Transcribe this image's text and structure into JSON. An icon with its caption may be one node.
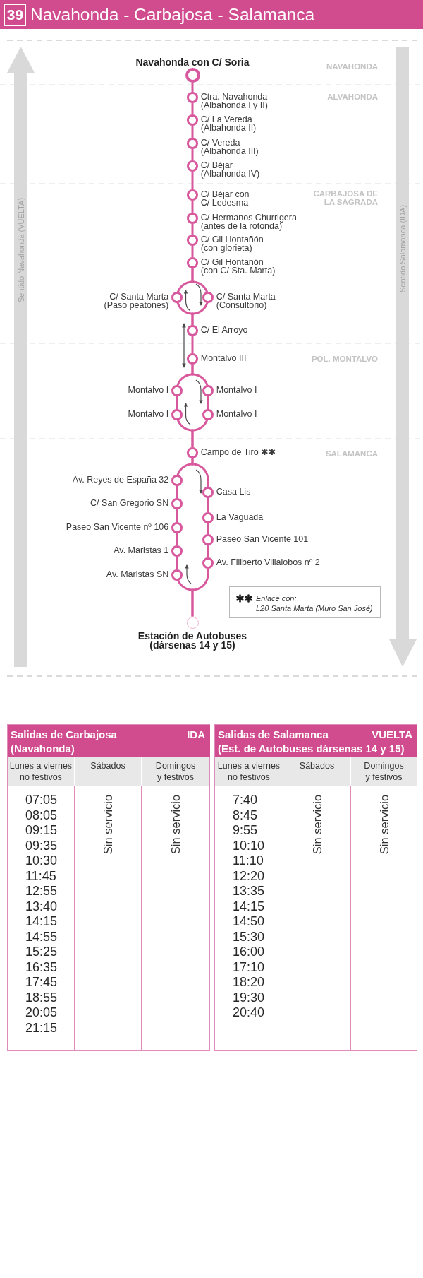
{
  "diagram": {
    "title": "Navahonda - Carbajosa - Salamanca",
    "nodes": [
      {
        "text": [
          "39"
        ]
      },
      {
        "text": [],
        "shape": "circle",
        "beside": [
          "Navahonda con C/ Soria"
        ]
      },
      {
        "text": [],
        "shape": "circle",
        "beside": [
          "Ctra. Navahonda (Albahonda I y II)"
        ]
      },
      {
        "text": [],
        "shape": "circle",
        "beside": [
          "C/ La Vereda (Albahonda II)"
        ]
      },
      {
        "text": [],
        "shape": "circle",
        "beside": [
          "C/ Vereda (Albahonda III)"
        ]
      },
      {
        "text": [],
        "shape": "circle",
        "beside": [
          "C/ Béjar (Albahonda IV)"
        ]
      },
      {
        "text": [],
        "shape": "circle",
        "beside": [
          "C/ Béjar con C/ Ledesma"
        ]
      },
      {
        "text": [],
        "shape": "circle",
        "beside": [
          "C/ Hermanos Churrigera (antes de la rotonda)"
        ]
      },
      {
        "text": [],
        "shape": "circle",
        "beside": [
          "C/ Gil Hontañón (con glorieta)"
        ]
      },
      {
        "text": [],
        "shape": "circle",
        "beside": [
          "C/ Gil Hontañón (con C/ Sta. Marta)"
        ]
      },
      {
        "text": [],
        "shape": "circle",
        "beside": [
          "C/ Santa Marta (Paso peatones)"
        ]
      },
      {
        "text": [],
        "shape": "circle",
        "beside": [
          "C/ Santa Marta (Consultorio)"
        ]
      },
      {
        "text": [],
        "shape": "circle",
        "beside": [
          "C/ El Arroyo"
        ]
      },
      {
        "text": [],
        "shape": "circle",
        "beside": [
          "Montalvo III"
        ]
      },
      {
        "text": [],
        "shape": "circle",
        "beside": [
          "Montalvo I"
        ]
      },
      {
        "text": [],
        "shape": "circle",
        "beside": [
          "Montalvo I"
        ]
      },
      {
        "text": [],
        "shape": "circle",
        "beside": [
          "Montalvo I"
        ]
      },
      {
        "text": [],
        "shape": "circle",
        "beside": [
          "Montalvo I"
        ]
      },
      {
        "text": [],
        "shape": "circle",
        "beside": [
          "Campo de Tiro ✱✱"
        ]
      },
      {
        "text": [],
        "shape": "circle",
        "beside": [
          "Av. Reyes de España 32"
        ]
      },
      {
        "text": [],
        "shape": "circle",
        "beside": [
          "Casa Lis"
        ]
      },
      {
        "text": [],
        "shape": "circle",
        "beside": [
          "C/ San Gregorio SN"
        ]
      },
      {
        "text": [],
        "shape": "circle",
        "beside": [
          "La Vaguada"
        ]
      },
      {
        "text": [],
        "shape": "circle",
        "beside": [
          "Paseo San Vicente nº 106"
        ]
      },
      {
        "text": [],
        "shape": "circle",
        "beside": [
          "Paseo San Vicente 101"
        ]
      },
      {
        "text": [],
        "shape": "circle",
        "beside": [
          "Av. Maristas 1"
        ]
      },
      {
        "text": [],
        "shape": "circle",
        "beside": [
          "Av. Filiberto Villalobos nº 2"
        ]
      },
      {
        "text": [],
        "shape": "circle",
        "beside": [
          "Av. Maristas SN"
        ]
      },
      {
        "text": [],
        "shape": "circle",
        "beside": [
          "Estación de Autobuses (dársenas 14 y 15)"
        ]
      },
      {
        "text": [
          "Enlace con:",
          "L20 Santa Marta (Muro San José)"
        ]
      },
      {
        "text": [
          "Salidas de Carbajosa",
          "IDA",
          "(Navahonda)"
        ]
      },
      {
        "text": [
          "Lunes a viernes no festivos",
          "07:05",
          "08:05",
          "09:15",
          "09:35",
          "10:30",
          "11:45",
          "12:55",
          "13:40",
          "14:15",
          "14:55",
          "15:25",
          "16:35",
          "17:45",
          "18:55",
          "20:05",
          "21:15"
        ],
        "in": 30
      },
      {
        "text": [
          "Sábados",
          "Sin servicio"
        ],
        "in": 30
      },
      {
        "text": [
          "Domingos y festivos",
          "Sin servicio"
        ],
        "in": 30
      },
      {
        "text": [
          "Salidas de Salamanca",
          "VUELTA",
          "(Est. de Autobuses dársenas 14 y 15)"
        ]
      },
      {
        "text": [
          "Lunes a viernes no festivos",
          "7:40",
          "8:45",
          "9:55",
          "10:10",
          "11:10",
          "12:20",
          "13:35",
          "14:15",
          "14:50",
          "15:30",
          "16:00",
          "17:10",
          "18:20",
          "19:30",
          "20:40"
        ],
        "in": 34
      },
      {
        "text": [
          "Sábados",
          "Sin servicio"
        ],
        "in": 34
      },
      {
        "text": [
          "Domingos y festivos",
          "Sin servicio"
        ],
        "in": 34
      }
    ],
    "edges": [
      {
        "from": 1,
        "to": 2,
        "arrow": "none"
      },
      {
        "from": 2,
        "to": 3,
        "arrow": "none"
      },
      {
        "from": 3,
        "to": 4,
        "arrow": "none"
      },
      {
        "from": 4,
        "to": 5,
        "arrow": "none"
      },
      {
        "from": 5,
        "to": 6,
        "arrow": "none"
      },
      {
        "from": 6,
        "to": 7,
        "arrow": "none"
      },
      {
        "from": 7,
        "to": 8,
        "arrow": "none"
      },
      {
        "from": 8,
        "to": 9,
        "arrow": "none"
      },
      {
        "from": 9,
        "to": 10,
        "arrow": "none"
      },
      {
        "from": 9,
        "to": 11,
        "arrow": "none"
      },
      {
        "from": 10,
        "to": 12,
        "arrow": "none"
      },
      {
        "from": 11,
        "to": 12,
        "arrow": "none"
      },
      {
        "from": 12,
        "to": 13,
        "arrow": "none"
      },
      {
        "from": 13,
        "to": 14,
        "arrow": "none"
      },
      {
        "from": 13,
        "to": 15,
        "arrow": "none"
      },
      {
        "from": 14,
        "to": 16,
        "arrow": "none"
      },
      {
        "from": 15,
        "to": 17,
        "arrow": "none"
      },
      {
        "from": 16,
        "to": 18,
        "arrow": "none"
      },
      {
        "from": 17,
        "to": 18,
        "arrow": "none"
      },
      {
        "from": 18,
        "to": 19,
        "arrow": "none"
      },
      {
        "from": 18,
        "to": 20,
        "arrow": "none"
      },
      {
        "from": 19,
        "to": 21,
        "arrow": "none"
      },
      {
        "from": 21,
        "to": 23,
        "arrow": "none"
      },
      {
        "from": 23,
        "to": 25,
        "arrow": "none"
      },
      {
        "from": 25,
        "to": 27,
        "arrow": "none"
      },
      {
        "from": 20,
        "to": 22,
        "arrow": "none"
      },
      {
        "from": 22,
        "to": 24,
        "arrow": "none"
      },
      {
        "from": 24,
        "to": 26,
        "arrow": "none"
      },
      {
        "from": 27,
        "to": 28,
        "arrow": "none"
      },
      {
        "from": 26,
        "to": 28,
        "arrow": "none"
      }
    ],
    "labels": [
      "Sentido Navahonda (VUELTA)",
      "NAVAHONDA",
      "ALVAHONDA",
      "CARBAJOSA DE LA SAGRADA",
      "POL. MONTALVO",
      "SALAMANCA",
      "Sentido Salamanca (IDA)"
    ]
  }
}
